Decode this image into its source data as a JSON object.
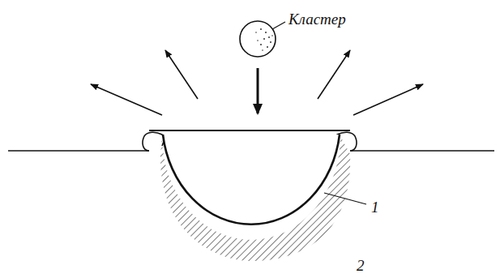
{
  "diagram": {
    "labels": [
      "Кластер",
      "1",
      "2"
    ]
  }
}
